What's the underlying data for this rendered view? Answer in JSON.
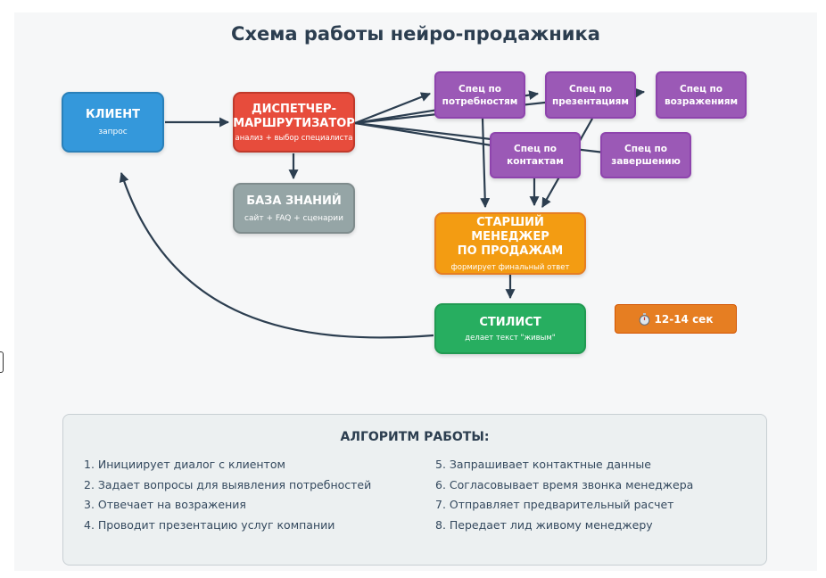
{
  "title": "Схема работы нейро-продажника",
  "nodes": {
    "client": {
      "title": "КЛИЕНТ",
      "sub": "запрос",
      "color": "#3498db"
    },
    "dispatcher": {
      "title": "ДИСПЕТЧЕР-\nМАРШРУТИЗАТОР",
      "sub": "анализ + выбор специалиста",
      "color": "#e74c3c"
    },
    "knowledge": {
      "title": "БАЗА ЗНАНИЙ",
      "sub": "сайт + FAQ + сценарии",
      "color": "#95a5a6"
    },
    "spec_needs": {
      "title": "Спец по\nпотребностям",
      "color": "#9b59b6"
    },
    "spec_presentation": {
      "title": "Спец по\nпрезентациям",
      "color": "#9b59b6"
    },
    "spec_objections": {
      "title": "Спец по\nвозражениям",
      "color": "#9b59b6"
    },
    "spec_contacts": {
      "title": "Спец по\nконтактам",
      "color": "#9b59b6"
    },
    "spec_closing": {
      "title": "Спец по\nзавершению",
      "color": "#9b59b6"
    },
    "senior": {
      "title": "СТАРШИЙ МЕНЕДЖЕР\nПО ПРОДАЖАМ",
      "sub": "формирует финальный ответ",
      "color": "#f39c12"
    },
    "stylist": {
      "title": "СТИЛИСТ",
      "sub": "делает текст \"живым\"",
      "color": "#27ae60"
    }
  },
  "timer": {
    "label": "12-14 сек",
    "icon": "stopwatch-icon"
  },
  "algorithm": {
    "title": "АЛГОРИТМ РАБОТЫ:",
    "left": [
      "1. Инициирует диалог с клиентом",
      "2. Задает вопросы для выявления потребностей",
      "3. Отвечает на возражения",
      "4. Проводит презентацию услуг компании"
    ],
    "right": [
      "5. Запрашивает контактные данные",
      "6. Согласовывает время звонка менеджера",
      "7. Отправляет предварительный расчет",
      "8. Передает лид живому менеджеру"
    ]
  },
  "colors": {
    "arrow": "#2c3e50",
    "title": "#2c3e50"
  }
}
